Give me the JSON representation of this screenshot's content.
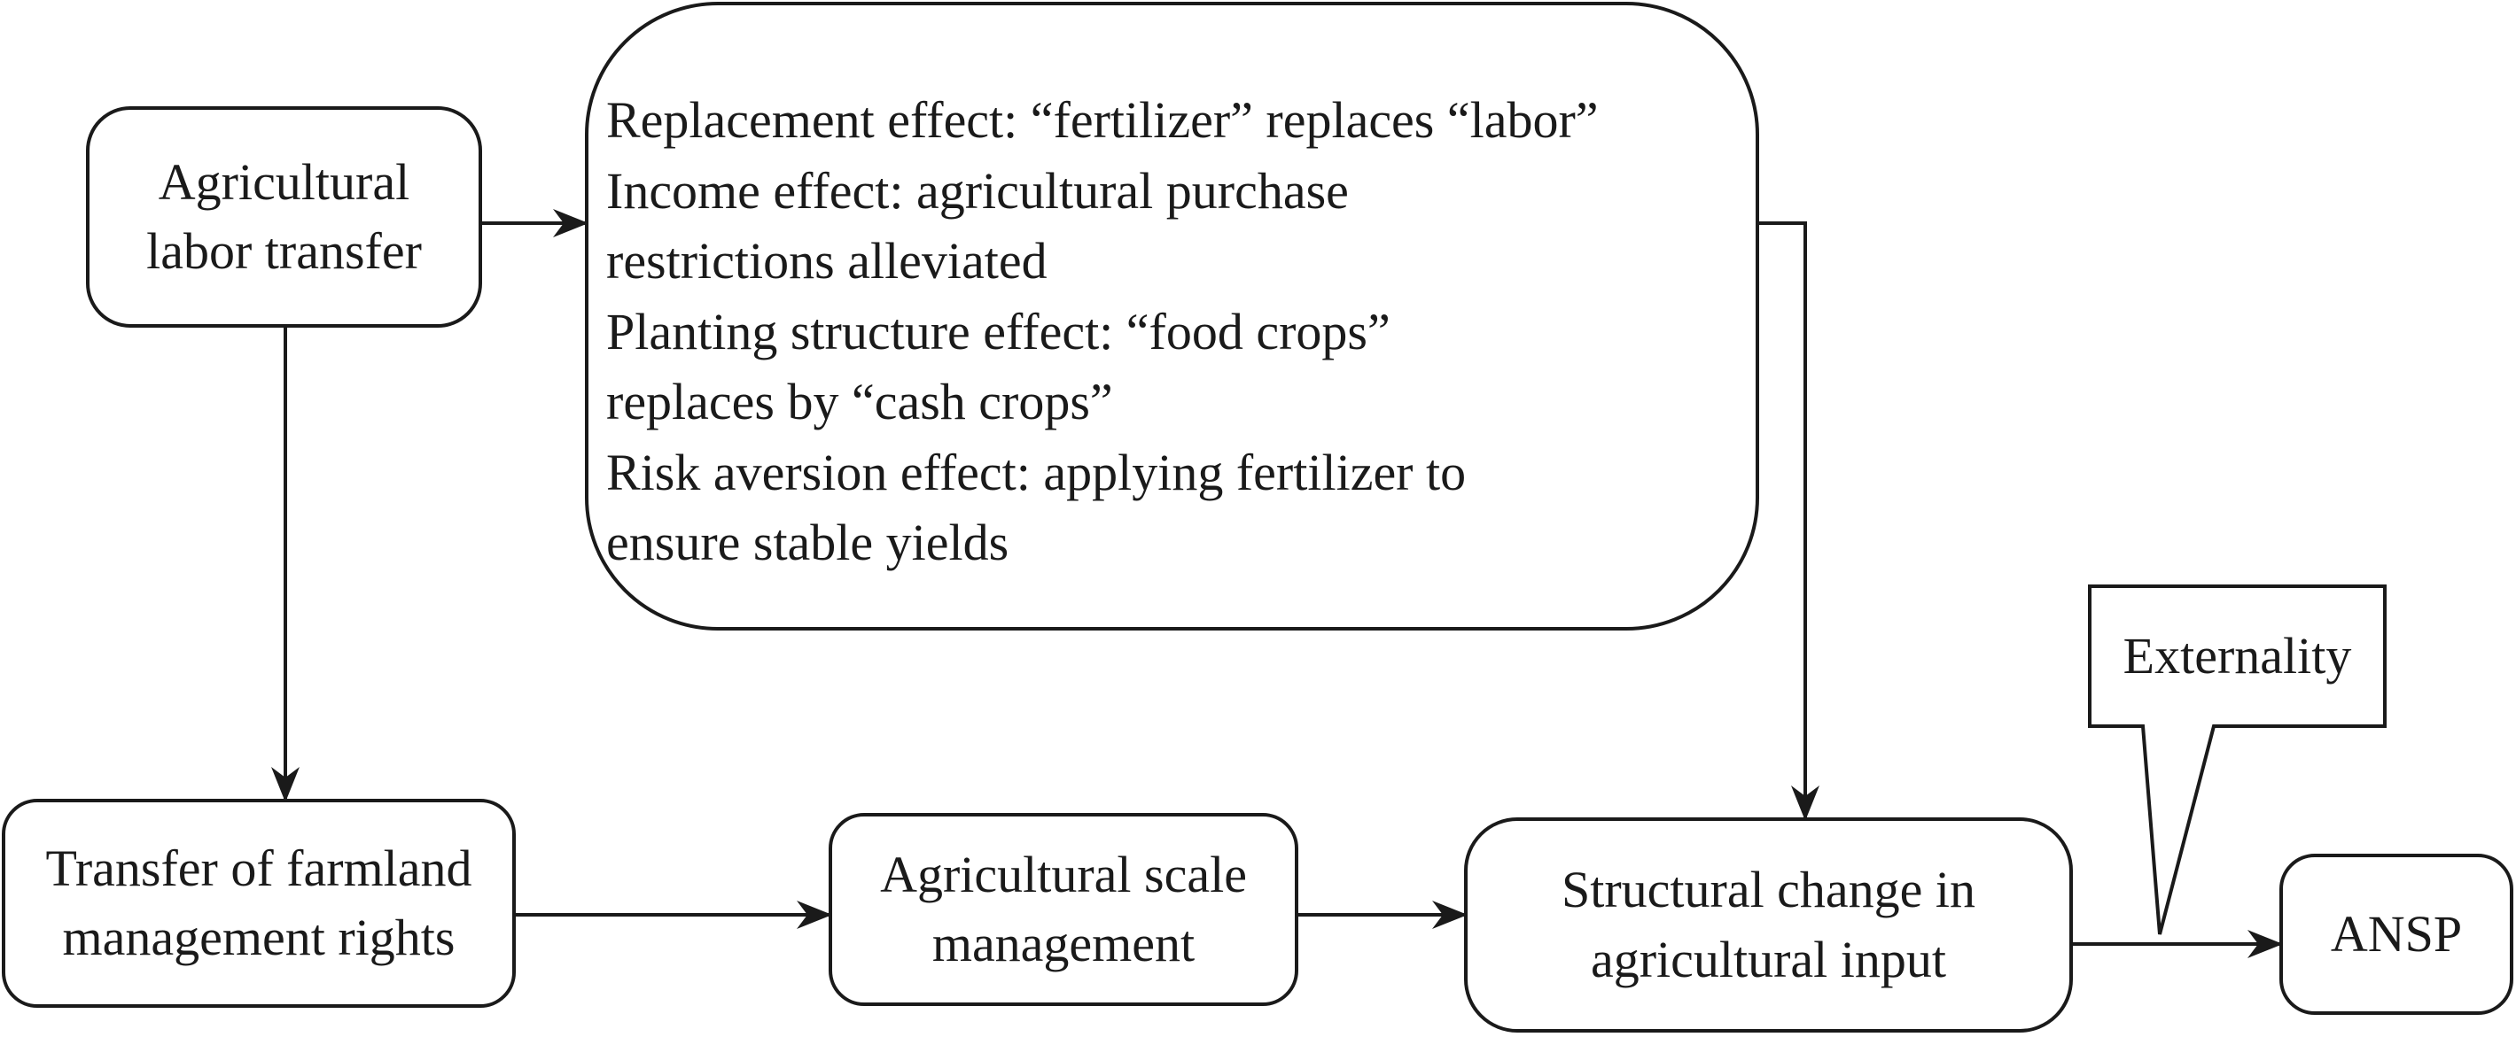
{
  "nodes": {
    "labor_transfer": {
      "line1": "Agricultural",
      "line2": "labor transfer"
    },
    "effects": {
      "lines": [
        "Replacement effect: “fertilizer” replaces “labor”",
        "Income effect: agricultural purchase",
        "restrictions alleviated",
        "Planting structure effect: “food crops”",
        "replaces by “cash crops”",
        "Risk aversion effect: applying fertilizer to",
        "ensure stable yields"
      ]
    },
    "farmland_transfer": {
      "line1": "Transfer of farmland",
      "line2": "management rights"
    },
    "scale_management": {
      "line1": "Agricultural scale",
      "line2": "management"
    },
    "structural_change": {
      "line1": "Structural change in",
      "line2": "agricultural input"
    },
    "ansp": {
      "label": "ANSP"
    },
    "externality": {
      "label": "Externality"
    }
  },
  "colors": {
    "stroke": "#1a1a1a",
    "background": "#ffffff"
  }
}
